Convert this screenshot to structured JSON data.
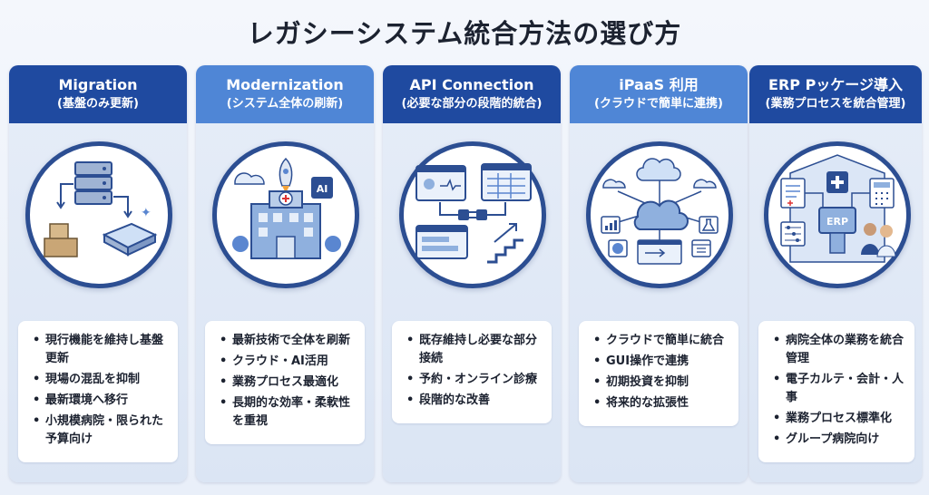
{
  "title": "レガシーシステム統合方法の選び方",
  "columns": [
    {
      "name": "Migration",
      "subtitle": "(基盤のみ更新)",
      "header_color": "#1f4aa0",
      "items": [
        "現行機能を維持し基盤更新",
        "現場の混乱を抑制",
        "最新環境へ移行",
        "小規模病院・限られた予算向け"
      ],
      "icons": [
        "server-stack-icon",
        "boxes-icon",
        "cloud-platform-icon",
        "sparkle-icon"
      ]
    },
    {
      "name": "Modernization",
      "subtitle": "(システム全体の刷新)",
      "header_color": "#4f86d6",
      "items": [
        "最新技術で全体を刷新",
        "クラウド・AI活用",
        "業務プロセス最適化",
        "長期的な効率・柔軟性を重視"
      ],
      "icons": [
        "hospital-building-icon",
        "rocket-icon",
        "ai-chip-icon",
        "cloud-icon"
      ]
    },
    {
      "name": "API Connection",
      "subtitle": "(必要な部分の段階的統合)",
      "header_color": "#1f4aa0",
      "items": [
        "既存維持し必要な部分接続",
        "予約・オンライン診療",
        "段階的な改善"
      ],
      "icons": [
        "plug-icon",
        "window-icon",
        "staircase-icon"
      ]
    },
    {
      "name": "iPaaS 利用",
      "subtitle": "(クラウドで簡単に連携)",
      "header_color": "#4f86d6",
      "items": [
        "クラウドで簡単に統合",
        "GUI操作で連携",
        "初期投資を抑制",
        "将来的な拡張性"
      ],
      "icons": [
        "cloud-hub-icon",
        "chart-icon",
        "flask-icon",
        "calendar-icon"
      ]
    },
    {
      "name": "ERP Pッケージ導入",
      "subtitle": "(業務プロセスを統合管理)",
      "header_color": "#1f4aa0",
      "items": [
        "病院全体の業務を統合管理",
        "電子カルテ・会計・人事",
        "業務プロセス標準化",
        "グループ病院向け"
      ],
      "icons": [
        "erp-hub-icon",
        "medical-chart-icon",
        "calculator-icon",
        "staff-icon"
      ],
      "illustration_label": "ERP"
    }
  ]
}
